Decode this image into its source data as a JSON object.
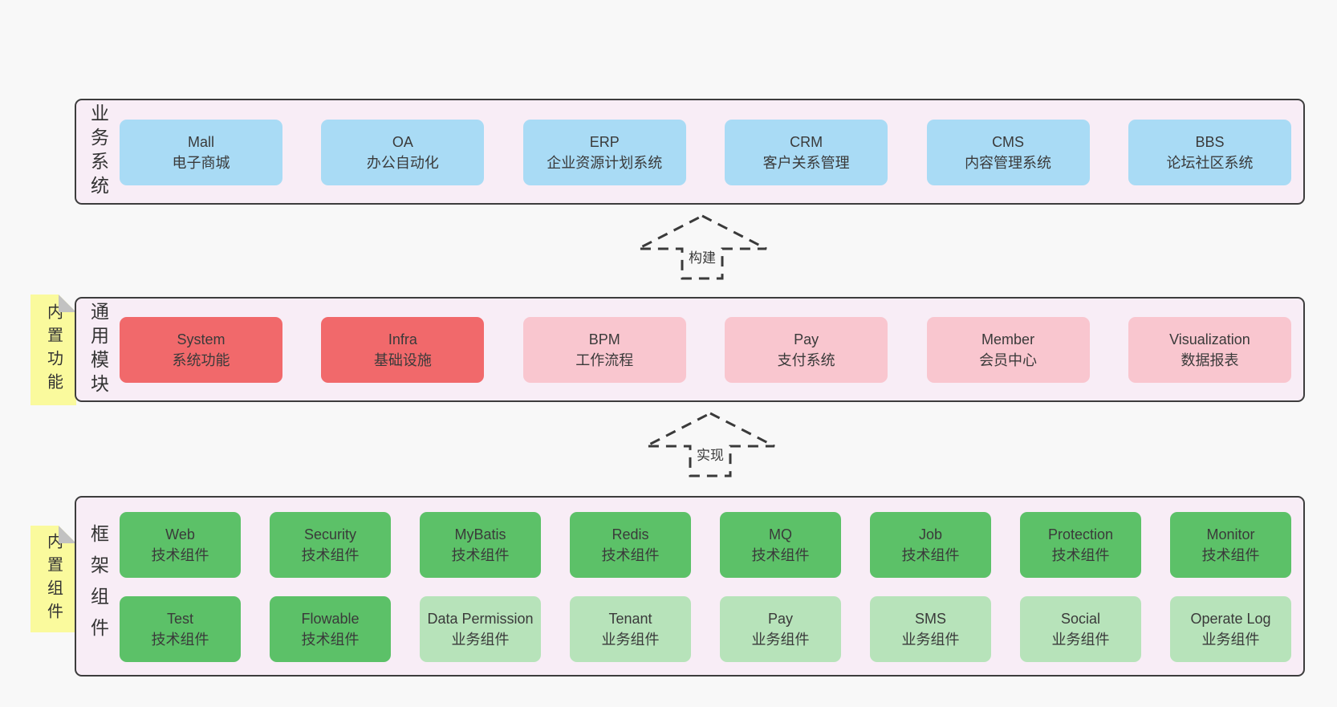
{
  "diagram": {
    "layers": {
      "business": {
        "label": "业务系统",
        "boxes": [
          {
            "title": "Mall",
            "subtitle": "电子商城"
          },
          {
            "title": "OA",
            "subtitle": "办公自动化"
          },
          {
            "title": "ERP",
            "subtitle": "企业资源计划系统"
          },
          {
            "title": "CRM",
            "subtitle": "客户关系管理"
          },
          {
            "title": "CMS",
            "subtitle": "内容管理系统"
          },
          {
            "title": "BBS",
            "subtitle": "论坛社区系统"
          }
        ]
      },
      "modules": {
        "label": "通用模块",
        "sticky": "内置功能",
        "boxes": [
          {
            "title": "System",
            "subtitle": "系统功能"
          },
          {
            "title": "Infra",
            "subtitle": "基础设施"
          },
          {
            "title": "BPM",
            "subtitle": "工作流程"
          },
          {
            "title": "Pay",
            "subtitle": "支付系统"
          },
          {
            "title": "Member",
            "subtitle": "会员中心"
          },
          {
            "title": "Visualization",
            "subtitle": "数据报表"
          }
        ]
      },
      "components": {
        "label": "框架组件",
        "sticky": "内置组件",
        "row1": [
          {
            "title": "Web",
            "subtitle": "技术组件"
          },
          {
            "title": "Security",
            "subtitle": "技术组件"
          },
          {
            "title": "MyBatis",
            "subtitle": "技术组件"
          },
          {
            "title": "Redis",
            "subtitle": "技术组件"
          },
          {
            "title": "MQ",
            "subtitle": "技术组件"
          },
          {
            "title": "Job",
            "subtitle": "技术组件"
          },
          {
            "title": "Protection",
            "subtitle": "技术组件"
          },
          {
            "title": "Monitor",
            "subtitle": "技术组件"
          }
        ],
        "row2": [
          {
            "title": "Test",
            "subtitle": "技术组件"
          },
          {
            "title": "Flowable",
            "subtitle": "技术组件"
          },
          {
            "title": "Data Permission",
            "subtitle": "业务组件"
          },
          {
            "title": "Tenant",
            "subtitle": "业务组件"
          },
          {
            "title": "Pay",
            "subtitle": "业务组件"
          },
          {
            "title": "SMS",
            "subtitle": "业务组件"
          },
          {
            "title": "Social",
            "subtitle": "业务组件"
          },
          {
            "title": "Operate Log",
            "subtitle": "业务组件"
          }
        ]
      }
    },
    "arrows": {
      "build": "构建",
      "implement": "实现"
    },
    "colors": {
      "page_bg": "#f8f8f8",
      "band_bg": "#f8edf6",
      "band_border": "#3d3d3d",
      "box_blue": "#a9dbf5",
      "box_red": "#f1696b",
      "box_pink": "#f9c6cf",
      "box_green_dark": "#5cc168",
      "box_green_light": "#b7e3ba",
      "sticky_yellow": "#fafa9d",
      "sticky_fold_gray": "#c2c2c2",
      "dash_arrow": "#3a3a3a"
    }
  }
}
